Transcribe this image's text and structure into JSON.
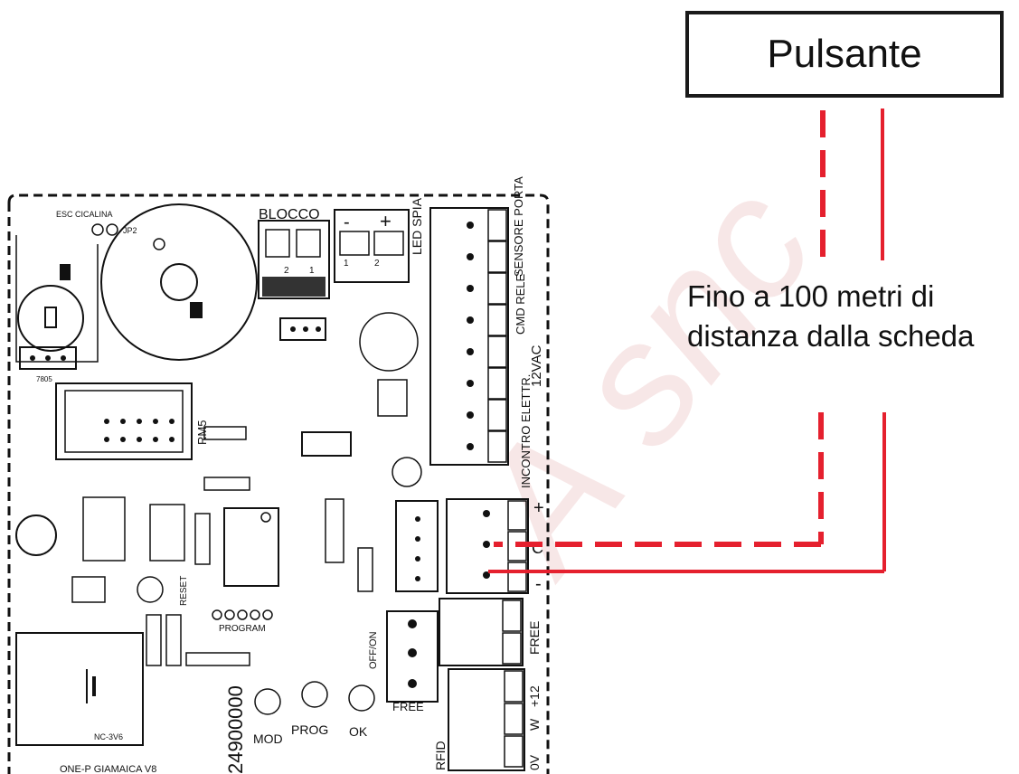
{
  "button_box": {
    "label": "Pulsante"
  },
  "distance_note": {
    "line1": "Fino a 100 metri di",
    "line2": "distanza dalla scheda"
  },
  "watermark": "A snc",
  "colors": {
    "wire": "#e5202e",
    "board_line": "#111111",
    "box_border": "#1a1a1a"
  },
  "board": {
    "name": "ONE-P GIAMAICA V8",
    "code": "24900000",
    "labels": {
      "esc_cicalina": "ESC CICALINA",
      "jp2": "JP2",
      "blocco": "BLOCCO",
      "led_spia": "LED SPIA",
      "sensore_porta": "SENSORE PORTA",
      "cmd_rele": "CMD RELE'",
      "vac12": "12VAC",
      "incontro_elettr": "INCONTRO ELETTR.",
      "rm5": "RM5",
      "reg7805": "7805",
      "reset": "RESET",
      "program": "PROGRAM",
      "off_on": "OFF/ON",
      "free_mid": "FREE",
      "free_right": "FREE",
      "mod": "MOD",
      "prog": "PROG",
      "ok": "OK",
      "rfid": "RFID",
      "nc3v6": "NC-3V6",
      "v0": "0V",
      "w": "W",
      "p12": "+12",
      "plus": "+",
      "c": "C",
      "minus": "-",
      "blocco_minus": "-",
      "blocco_plus": "+"
    }
  }
}
